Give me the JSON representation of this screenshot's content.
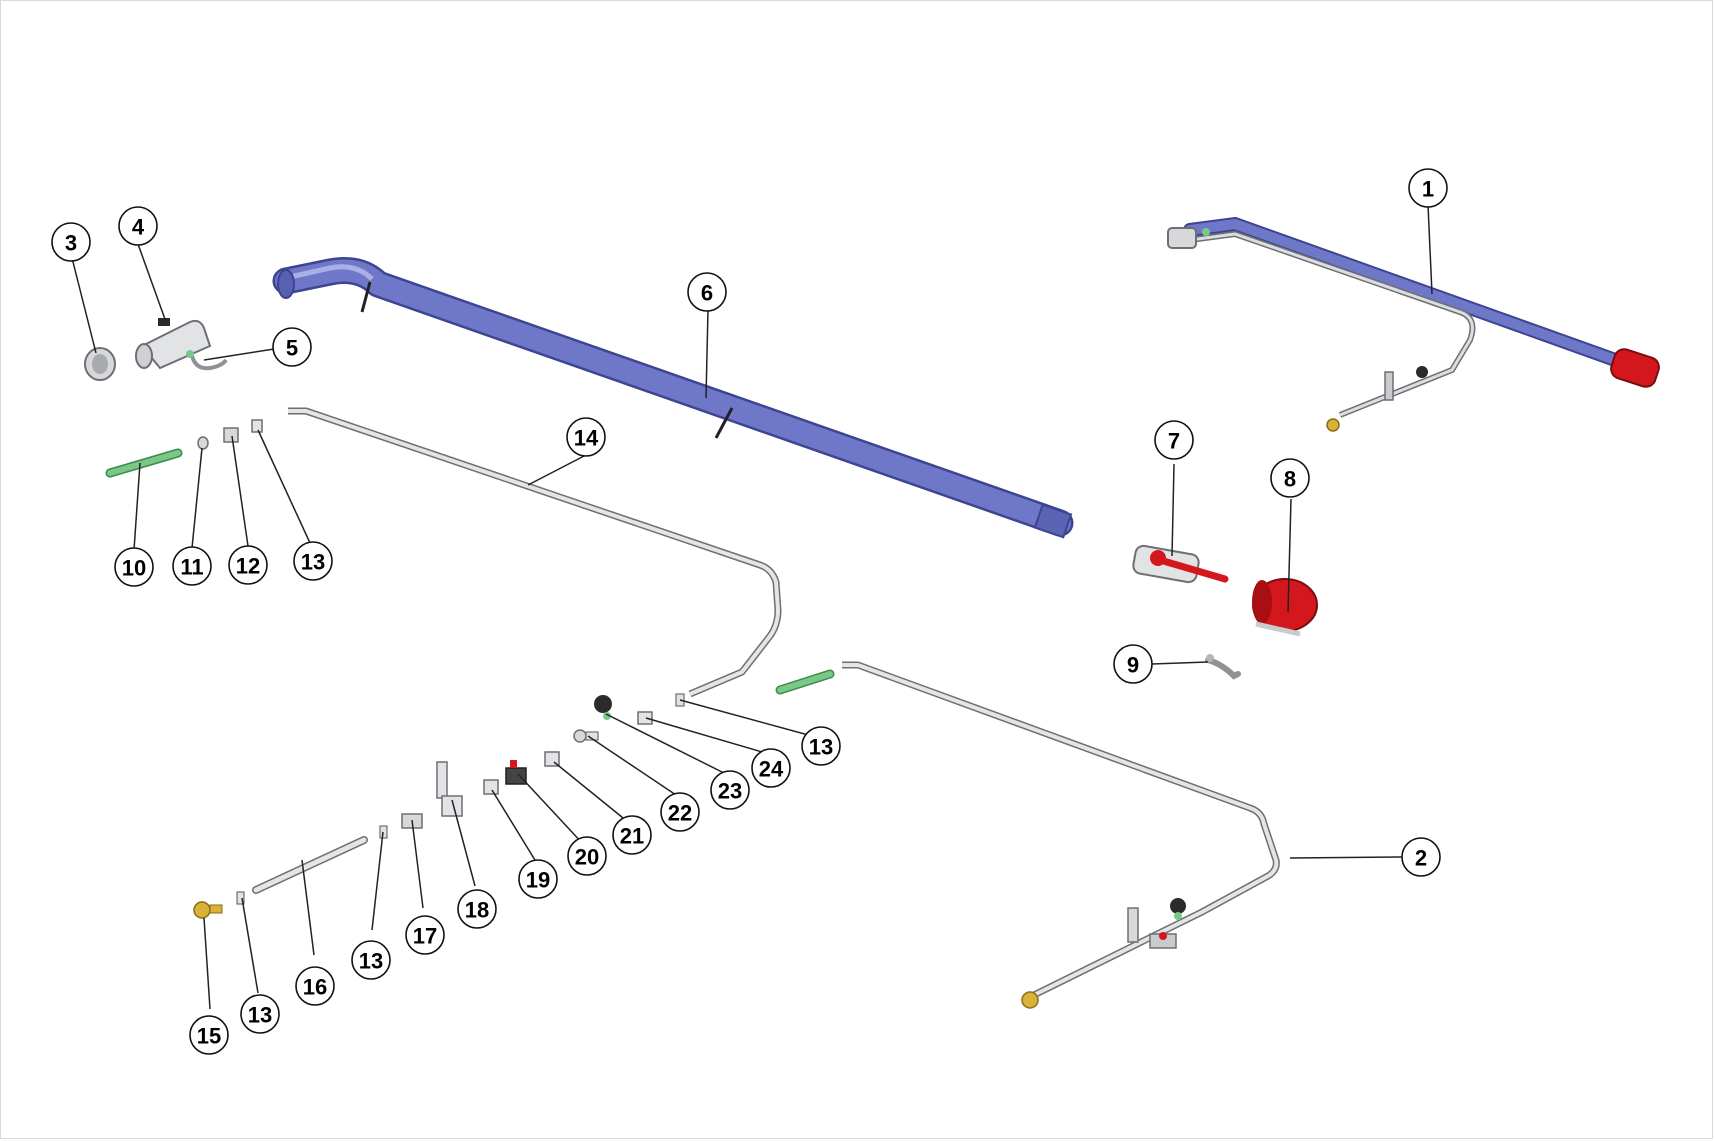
{
  "diagram": {
    "colors": {
      "boom": "#6f78c8",
      "boom_edge": "#3d4591",
      "steel": "#c9cbce",
      "steel_edge": "#6d6f73",
      "red": "#d4171c",
      "green": "#79c887",
      "brass": "#d9b23a",
      "dark": "#2b2b2b"
    },
    "callouts": [
      {
        "id": "c1",
        "label": "1"
      },
      {
        "id": "c2",
        "label": "2"
      },
      {
        "id": "c3",
        "label": "3"
      },
      {
        "id": "c4",
        "label": "4"
      },
      {
        "id": "c5",
        "label": "5"
      },
      {
        "id": "c6",
        "label": "6"
      },
      {
        "id": "c7",
        "label": "7"
      },
      {
        "id": "c8",
        "label": "8"
      },
      {
        "id": "c9",
        "label": "9"
      },
      {
        "id": "c10",
        "label": "10"
      },
      {
        "id": "c11",
        "label": "11"
      },
      {
        "id": "c12",
        "label": "12"
      },
      {
        "id": "c13a",
        "label": "13"
      },
      {
        "id": "c14",
        "label": "14"
      },
      {
        "id": "c13b",
        "label": "13"
      },
      {
        "id": "c24",
        "label": "24"
      },
      {
        "id": "c23",
        "label": "23"
      },
      {
        "id": "c22",
        "label": "22"
      },
      {
        "id": "c21",
        "label": "21"
      },
      {
        "id": "c20",
        "label": "20"
      },
      {
        "id": "c19",
        "label": "19"
      },
      {
        "id": "c18",
        "label": "18"
      },
      {
        "id": "c17",
        "label": "17"
      },
      {
        "id": "c13c",
        "label": "13"
      },
      {
        "id": "c16",
        "label": "16"
      },
      {
        "id": "c13d",
        "label": "13"
      },
      {
        "id": "c15",
        "label": "15"
      }
    ]
  }
}
